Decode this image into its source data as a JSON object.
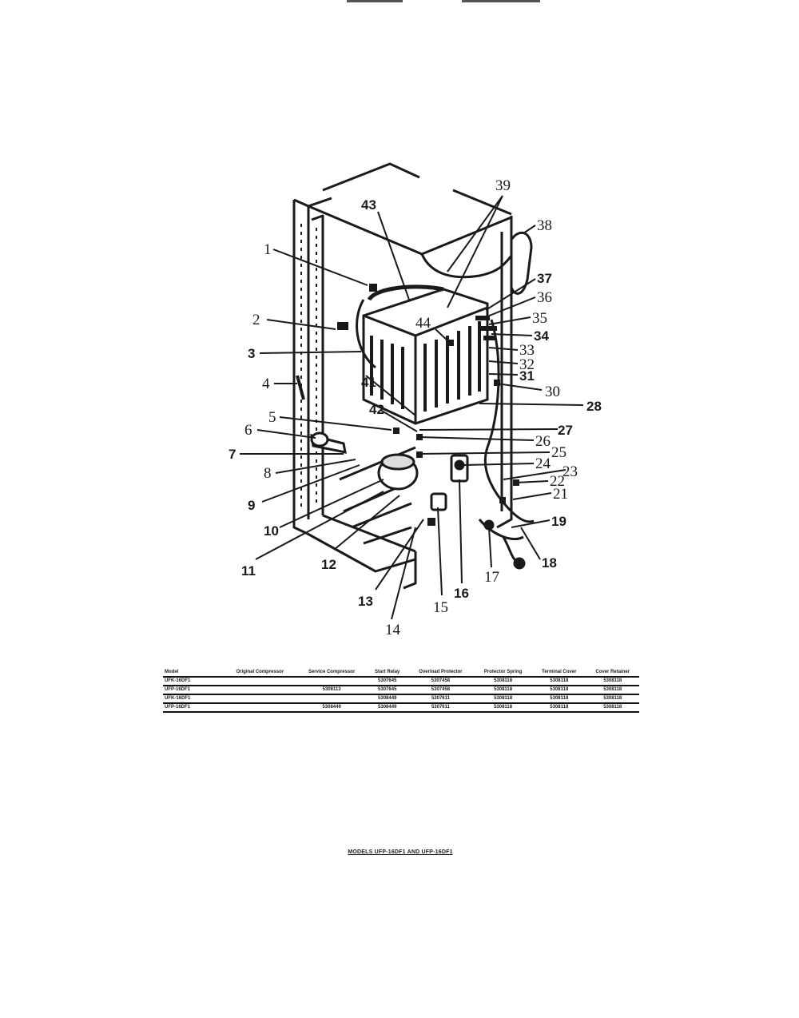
{
  "diagram": {
    "callouts": [
      {
        "id": "1",
        "bold": false
      },
      {
        "id": "2",
        "bold": false
      },
      {
        "id": "3",
        "bold": true
      },
      {
        "id": "4",
        "bold": false
      },
      {
        "id": "5",
        "bold": false
      },
      {
        "id": "6",
        "bold": false
      },
      {
        "id": "7",
        "bold": true
      },
      {
        "id": "8",
        "bold": false
      },
      {
        "id": "9",
        "bold": true
      },
      {
        "id": "10",
        "bold": true
      },
      {
        "id": "11",
        "bold": true
      },
      {
        "id": "12",
        "bold": true
      },
      {
        "id": "13",
        "bold": true
      },
      {
        "id": "14",
        "bold": false
      },
      {
        "id": "15",
        "bold": false
      },
      {
        "id": "16",
        "bold": true
      },
      {
        "id": "17",
        "bold": false
      },
      {
        "id": "18",
        "bold": true
      },
      {
        "id": "19",
        "bold": true
      },
      {
        "id": "21",
        "bold": false
      },
      {
        "id": "22",
        "bold": false
      },
      {
        "id": "23",
        "bold": false
      },
      {
        "id": "24",
        "bold": false
      },
      {
        "id": "25",
        "bold": false
      },
      {
        "id": "26",
        "bold": false
      },
      {
        "id": "27",
        "bold": true
      },
      {
        "id": "28",
        "bold": true
      },
      {
        "id": "30",
        "bold": false
      },
      {
        "id": "31",
        "bold": true
      },
      {
        "id": "32",
        "bold": false
      },
      {
        "id": "33",
        "bold": false
      },
      {
        "id": "34",
        "bold": true
      },
      {
        "id": "35",
        "bold": false
      },
      {
        "id": "36",
        "bold": false
      },
      {
        "id": "37",
        "bold": true
      },
      {
        "id": "38",
        "bold": false
      },
      {
        "id": "39",
        "bold": false
      },
      {
        "id": "41",
        "bold": true
      },
      {
        "id": "42",
        "bold": true
      },
      {
        "id": "43",
        "bold": true
      },
      {
        "id": "44",
        "bold": false
      }
    ]
  },
  "table": {
    "headers": [
      "Model",
      "Original Compressor",
      "Service Compressor",
      "Start Relay",
      "Overload Protector",
      "Protector Spring",
      "Terminal Cover",
      "Cover Retainer"
    ],
    "rows": [
      [
        "UFK-16DF1",
        "",
        "",
        "5307645",
        "5307458",
        "5308118",
        "5308118",
        "5308118"
      ],
      [
        "UFP-16DF1",
        "",
        "5308113",
        "5307645",
        "5307458",
        "5308118",
        "5308118",
        "5308118"
      ],
      [
        "UFK-16DF1",
        "",
        "",
        "5308449",
        "5307611",
        "5308118",
        "5308118",
        "5308118"
      ],
      [
        "UFP-16DF1",
        "",
        "5308449",
        "5308449",
        "5307611",
        "5308118",
        "5308118",
        "5308118"
      ]
    ]
  },
  "caption": "MODELS UFP-16DF1 AND UFP-16DF1"
}
